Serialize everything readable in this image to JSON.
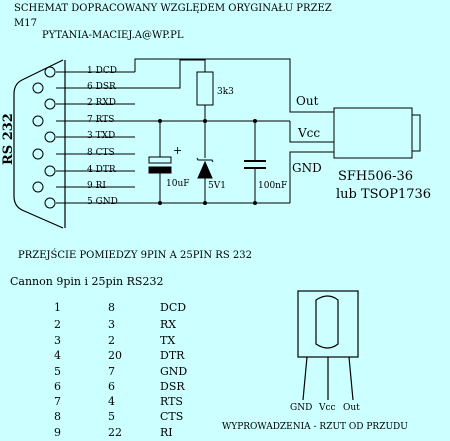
{
  "header": {
    "line1": "SCHEMAT DOPRACOWANY WZGLĘDEM ORYGINAŁU PRZEZ",
    "line2": "M17",
    "email": "PYTANIA-MACIEJ.A@WP.PL"
  },
  "connector_label": "RS 232",
  "pins": [
    {
      "num": "1",
      "name": "DCD"
    },
    {
      "num": "6",
      "name": "DSR"
    },
    {
      "num": "2",
      "name": "RXD"
    },
    {
      "num": "7",
      "name": "RTS"
    },
    {
      "num": "3",
      "name": "TXD"
    },
    {
      "num": "8",
      "name": "CTS"
    },
    {
      "num": "4",
      "name": "DTR"
    },
    {
      "num": "9",
      "name": "RI"
    },
    {
      "num": "5",
      "name": "GND"
    }
  ],
  "components": {
    "resistor": "3k3",
    "cap_electrolytic": "10uF",
    "cap_polarity": "+",
    "zener": "5V1",
    "cap_ceramic": "100nF"
  },
  "sensor": {
    "out": "Out",
    "vcc": "Vcc",
    "gnd": "GND",
    "part1": "SFH506-36",
    "part2": "lub TSOP1736"
  },
  "adapter": {
    "title": "PRZEJŚCIE POMIEDZY 9PIN A 25PIN  RS 232",
    "subtitle": "Cannon  9pin i 25pin RS232",
    "rows": [
      {
        "p9": "1",
        "p25": "8",
        "sig": "DCD"
      },
      {
        "p9": "2",
        "p25": "3",
        "sig": "RX"
      },
      {
        "p9": "3",
        "p25": "2",
        "sig": "TX"
      },
      {
        "p9": "4",
        "p25": "20",
        "sig": "DTR"
      },
      {
        "p9": "5",
        "p25": "7",
        "sig": "GND"
      },
      {
        "p9": "6",
        "p25": "6",
        "sig": "DSR"
      },
      {
        "p9": "7",
        "p25": "4",
        "sig": "RTS"
      },
      {
        "p9": "8",
        "p25": "5",
        "sig": "CTS"
      },
      {
        "p9": "9",
        "p25": "22",
        "sig": "RI"
      }
    ]
  },
  "pinout": {
    "labels": [
      "GND",
      "Vcc",
      "Out"
    ],
    "caption": "WYPROWADZENIA - RZUT OD PRZUDU"
  }
}
